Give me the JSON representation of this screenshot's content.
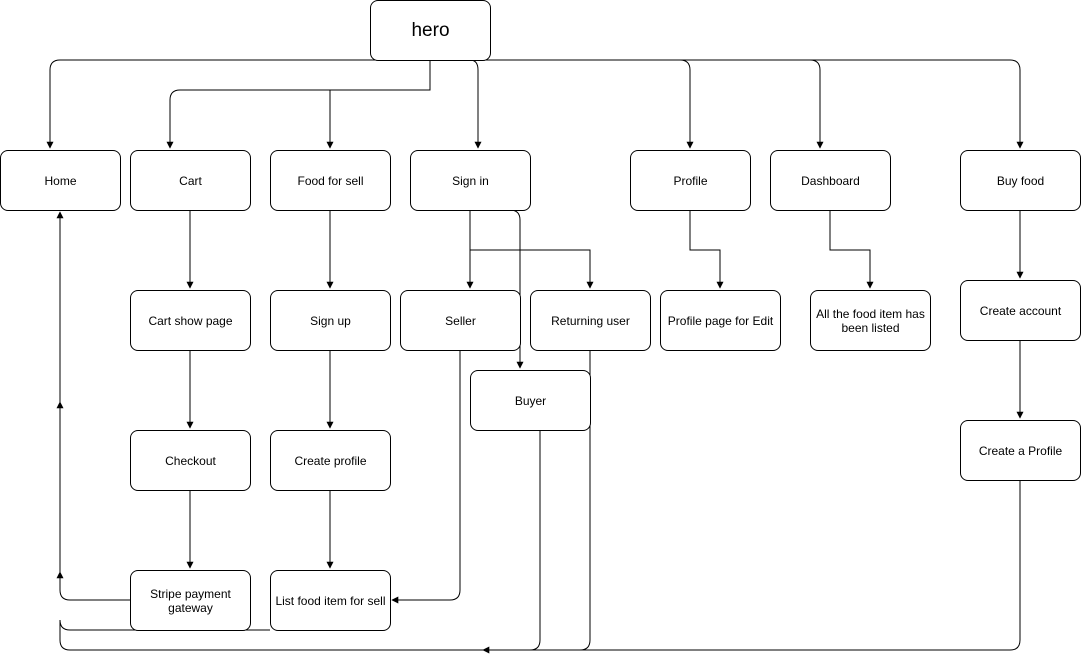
{
  "nodes": {
    "hero": "hero",
    "home": "Home",
    "cart": "Cart",
    "food_for_sell": "Food for sell",
    "sign_in": "Sign in",
    "profile": "Profile",
    "dashboard": "Dashboard",
    "buy_food": "Buy food",
    "cart_show_page": "Cart show page",
    "sign_up": "Sign up",
    "seller": "Seller",
    "returning_user": "Returning user",
    "profile_page_for_edit": "Profile page for Edit",
    "all_food_listed": "All the food item has been listed",
    "create_account": "Create account",
    "buyer": "Buyer",
    "checkout": "Checkout",
    "create_profile": "Create profile",
    "create_a_profile": "Create a Profile",
    "stripe_payment_gateway": "Stripe payment gateway",
    "list_food_item_for_sell": "List food item for sell"
  }
}
